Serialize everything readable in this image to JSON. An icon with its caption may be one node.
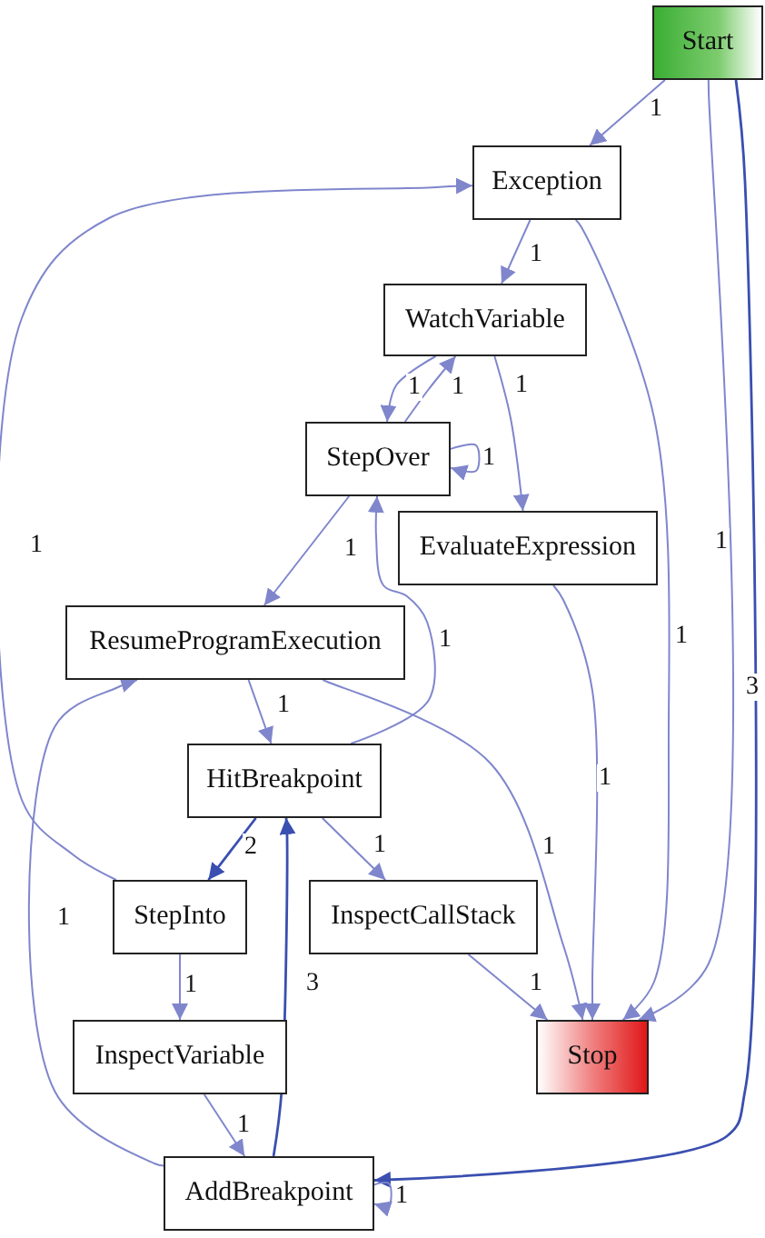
{
  "diagram": {
    "nodes": [
      {
        "text": [
          "Start"
        ]
      },
      {
        "text": [
          "Exception"
        ]
      },
      {
        "text": [
          "WatchVariable"
        ]
      },
      {
        "text": [
          "StepOver"
        ]
      },
      {
        "text": [
          "EvaluateExpression"
        ]
      },
      {
        "text": [
          "ResumeProgramExecution"
        ]
      },
      {
        "text": [
          "HitBreakpoint"
        ]
      },
      {
        "text": [
          "StepInto"
        ]
      },
      {
        "text": [
          "InspectCallStack"
        ]
      },
      {
        "text": [
          "InspectVariable"
        ]
      },
      {
        "text": [
          "Stop"
        ]
      },
      {
        "text": [
          "AddBreakpoint"
        ]
      }
    ],
    "edges": [
      {
        "from": 0,
        "to": 1,
        "arrow": "to",
        "label": "1"
      },
      {
        "from": 0,
        "to": 10,
        "arrow": "to",
        "label": "1"
      },
      {
        "from": 0,
        "to": 11,
        "arrow": "to",
        "label": "3",
        "color": "#3a4fb0"
      },
      {
        "from": 1,
        "to": 2,
        "arrow": "to",
        "label": "1"
      },
      {
        "from": 1,
        "to": 10,
        "arrow": "to",
        "label": "1"
      },
      {
        "from": 2,
        "to": 3,
        "arrow": "to",
        "label": "1"
      },
      {
        "from": 3,
        "to": 2,
        "arrow": "to",
        "label": "1"
      },
      {
        "from": 2,
        "to": 4,
        "arrow": "to",
        "label": "1"
      },
      {
        "from": 3,
        "to": 3,
        "arrow": "to",
        "label": "1"
      },
      {
        "from": 3,
        "to": 5,
        "arrow": "to",
        "label": "1"
      },
      {
        "from": 4,
        "to": 10,
        "arrow": "to",
        "label": "1"
      },
      {
        "from": 6,
        "to": 3,
        "arrow": "to",
        "label": "1"
      },
      {
        "from": 5,
        "to": 6,
        "arrow": "to",
        "label": "1"
      },
      {
        "from": 5,
        "to": 10,
        "arrow": "to",
        "label": "1"
      },
      {
        "from": 6,
        "to": 7,
        "arrow": "to",
        "label": "2",
        "color": "#3a4fb0"
      },
      {
        "from": 6,
        "to": 8,
        "arrow": "to",
        "label": "1"
      },
      {
        "from": 7,
        "to": 1,
        "arrow": "to",
        "label": "1"
      },
      {
        "from": 7,
        "to": 9,
        "arrow": "to",
        "label": "1"
      },
      {
        "from": 8,
        "to": 10,
        "arrow": "to",
        "label": "1"
      },
      {
        "from": 9,
        "to": 11,
        "arrow": "to",
        "label": "1"
      },
      {
        "from": 11,
        "to": 5,
        "arrow": "to",
        "label": "1"
      },
      {
        "from": 11,
        "to": 6,
        "arrow": "to",
        "label": "3",
        "color": "#3a4fb0"
      },
      {
        "from": 11,
        "to": 11,
        "arrow": "to",
        "label": "1"
      }
    ]
  }
}
